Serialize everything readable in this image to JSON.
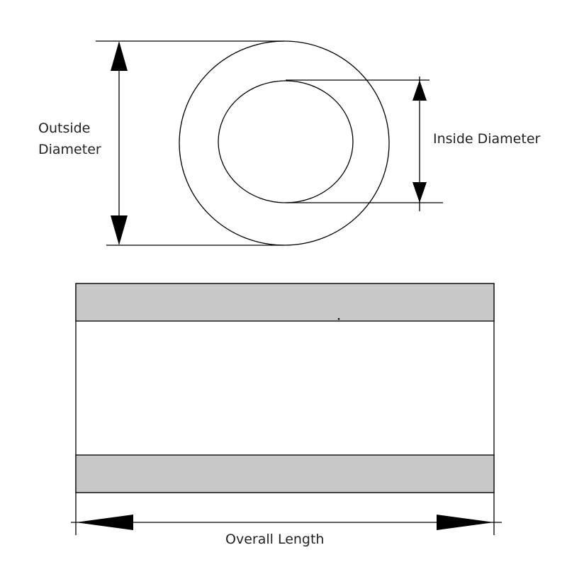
{
  "labels": {
    "outside_diameter_line1": "Outside",
    "outside_diameter_line2": "Diameter",
    "inside_diameter": "Inside Diameter",
    "overall_length": "Overall Length"
  },
  "colors": {
    "wall_fill": "#c8c8c8",
    "line": "#000000"
  }
}
